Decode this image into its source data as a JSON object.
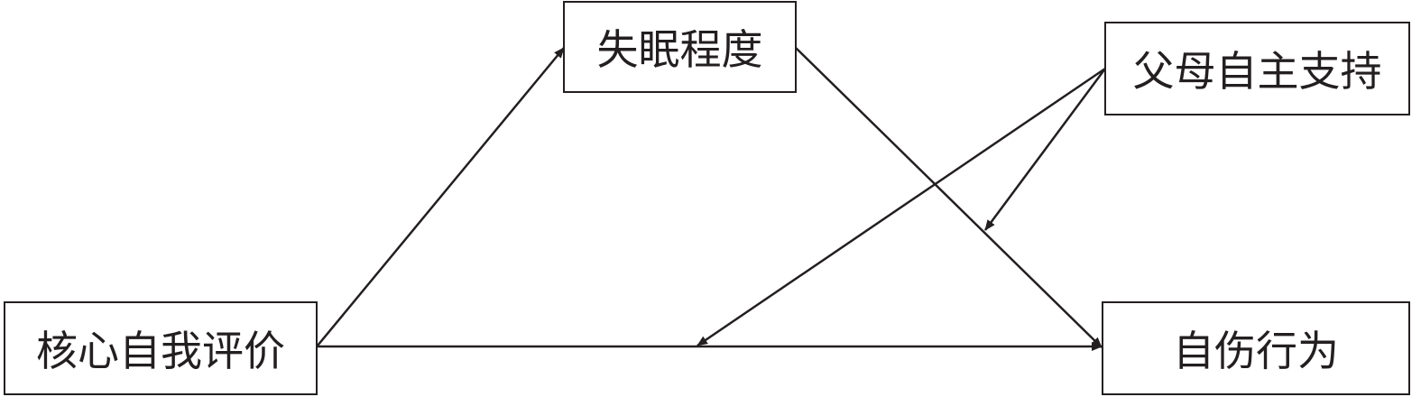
{
  "nodes": {
    "core_self_evaluation": "核心自我评价",
    "insomnia": "失眠程度",
    "parental_autonomy_support": "父母自主支持",
    "self_harm": "自伤行为"
  },
  "colors": {
    "line": "#231f20"
  }
}
